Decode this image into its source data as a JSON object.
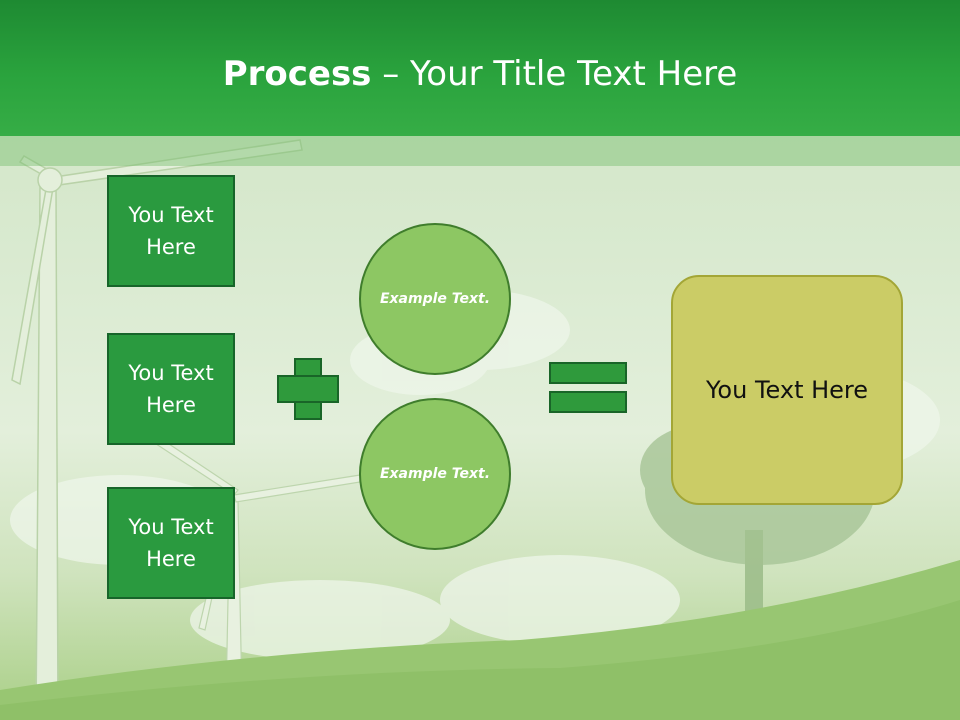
{
  "slide": {
    "title_bold": "Process",
    "title_rest": " – Your Title Text Here"
  },
  "boxes": [
    "You Text Here",
    "You Text Here",
    "You Text Here"
  ],
  "circles": [
    "Example Text.",
    "Example Text."
  ],
  "result": "You Text Here",
  "colors": {
    "header": "#2aa33d",
    "box": "#2a9a3f",
    "circle": "#8dc763",
    "result": "#cbcc66"
  },
  "icons": [
    "plus-icon",
    "equals-icon"
  ]
}
